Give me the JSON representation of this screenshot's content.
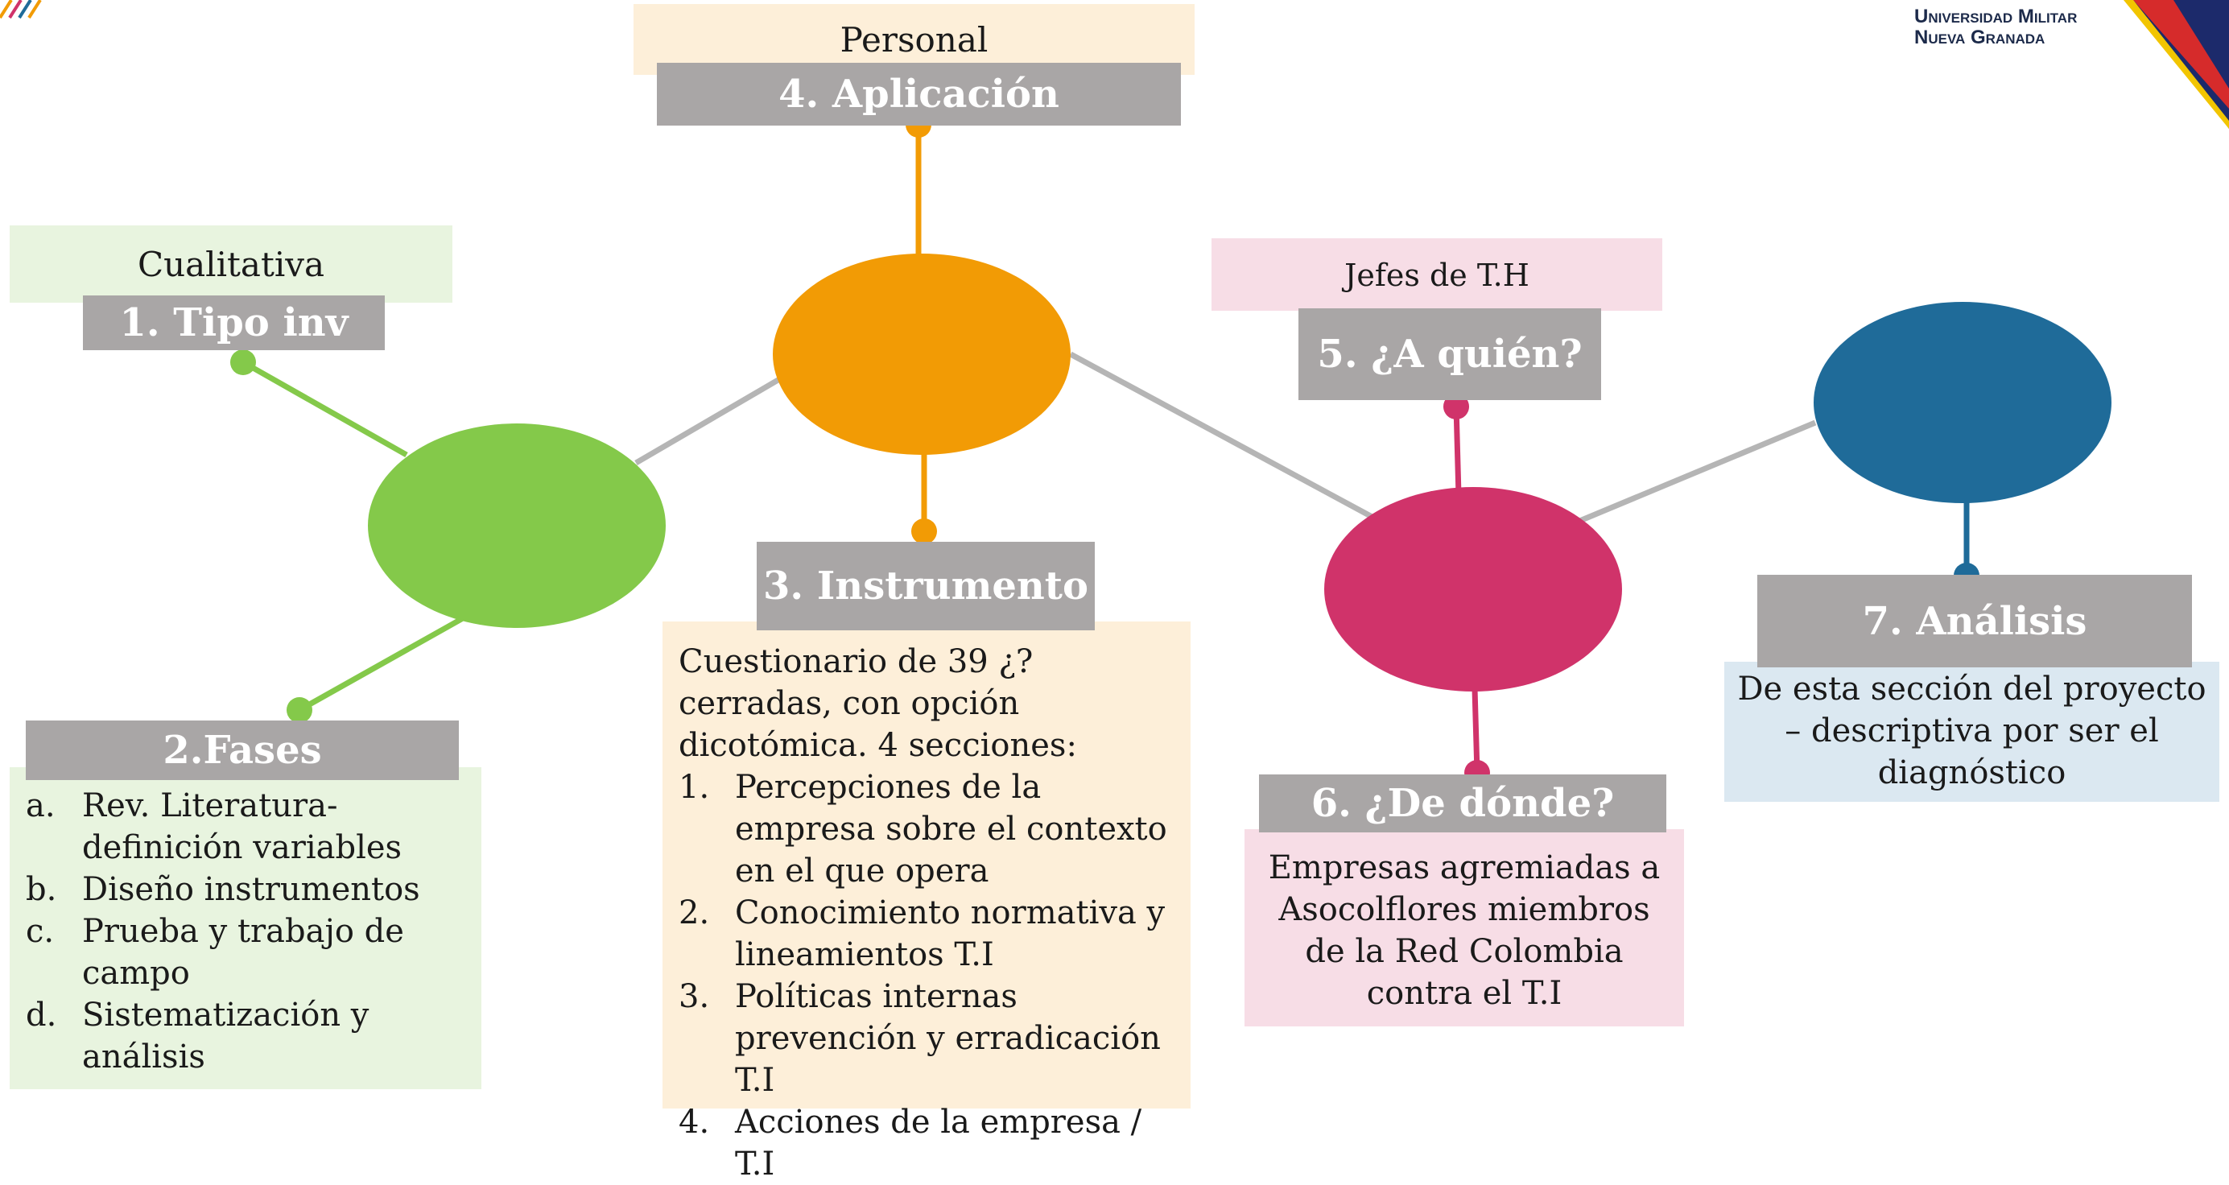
{
  "logo": {
    "line1": "Universidad Militar",
    "line2": "Nueva Granada"
  },
  "colors": {
    "green": "#84c94a",
    "orange": "#f29b05",
    "pink": "#d0336a",
    "blue": "#1f6b99",
    "gray_header": "#a9a6a6",
    "connector": "#b5b5b5",
    "bg_green": "#e8f4df",
    "bg_orange": "#fdefd9",
    "bg_pink": "#f7dde6",
    "bg_blue": "#dbe8f1"
  },
  "nodes": {
    "tipo": {
      "header": "1. Tipo inv",
      "label": "Cualitativa"
    },
    "fases": {
      "header": "2.Fases",
      "items": [
        {
          "marker": "a.",
          "text": "Rev. Literatura-definición variables"
        },
        {
          "marker": "b.",
          "text": "Diseño instrumentos"
        },
        {
          "marker": "c.",
          "text": "Prueba y trabajo de campo"
        },
        {
          "marker": "d.",
          "text": "Sistematización y análisis"
        }
      ]
    },
    "instrumento": {
      "header": "3. Instrumento",
      "intro": "Cuestionario de 39 ¿? cerradas, con opción dicotómica. 4 secciones:",
      "items": [
        {
          "marker": "1.",
          "text": "Percepciones de la empresa sobre el contexto en el que opera"
        },
        {
          "marker": "2.",
          "text": "Conocimiento normativa y lineamientos T.I"
        },
        {
          "marker": "3.",
          "text": "Políticas internas prevención y erradicación T.I"
        },
        {
          "marker": "4.",
          "text": "Acciones de la empresa / T.I"
        }
      ]
    },
    "aplicacion": {
      "header": "4. Aplicación",
      "label": "Personal"
    },
    "quien": {
      "header": "5. ¿A quién?",
      "label": "Jefes de T.H"
    },
    "donde": {
      "header": "6. ¿De dónde?",
      "body": "Empresas agremiadas a Asocolflores miembros de la Red Colombia contra el T.I"
    },
    "analisis": {
      "header": "7. Análisis",
      "body": "De esta sección del proyecto – descriptiva por ser el diagnóstico"
    }
  }
}
